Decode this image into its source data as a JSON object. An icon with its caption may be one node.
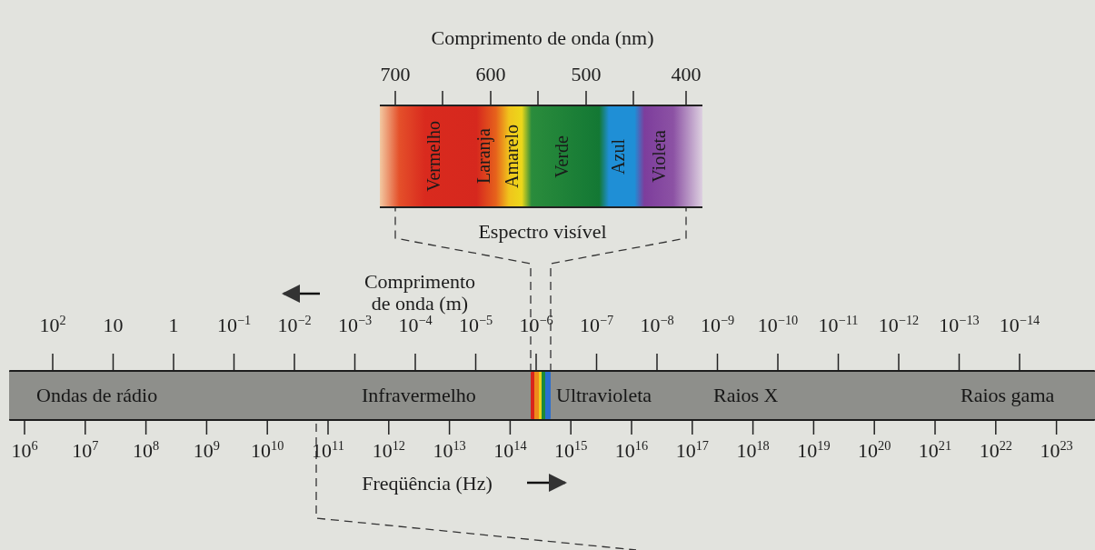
{
  "diagram": {
    "nodes": [
      {
        "text": [],
        "shape": "box"
      },
      {
        "text": [
          "Vermelho"
        ],
        "in": 0
      },
      {
        "text": [
          "Laranja"
        ],
        "in": 0
      },
      {
        "text": [
          "Amarelo"
        ],
        "in": 0
      },
      {
        "text": [
          "Verde"
        ],
        "in": 0
      },
      {
        "text": [
          "Azul"
        ],
        "in": 0
      },
      {
        "text": [
          "Violeta"
        ],
        "in": 0
      },
      {
        "text": [],
        "shape": "bar"
      },
      {
        "text": [
          "Ondas de rádio"
        ],
        "in": 7
      },
      {
        "text": [
          "Infravermelho"
        ],
        "in": 7
      },
      {
        "text": [],
        "shape": "bar",
        "in": 7
      },
      {
        "text": [
          "Ultravioleta"
        ],
        "in": 7
      },
      {
        "text": [
          "Raios X"
        ],
        "in": 7
      },
      {
        "text": [
          "Raios gama"
        ],
        "in": 7
      }
    ],
    "edges": [
      {
        "from": 10,
        "to": 0,
        "arrow": "none",
        "style": "dashed"
      }
    ],
    "labels": [
      "Comprimento de onda (nm)",
      "700",
      "600",
      "500",
      "400",
      "Espectro visível",
      "Comprimento de onda (m)",
      "10$^{2}$",
      "10",
      "1",
      "10$^{−1}$",
      "10$^{−2}$",
      "10$^{−3}$",
      "10$^{−4}$",
      "10$^{−5}$",
      "10$^{−6}$",
      "10$^{−7}$",
      "10$^{−8}$",
      "10$^{−9}$",
      "10$^{−10}$",
      "10$^{−11}$",
      "10$^{−12}$",
      "10$^{−13}$",
      "10$^{−14}$",
      "10$^{6}$",
      "10$^{7}$",
      "10$^{8}$",
      "10$^{9}$",
      "10$^{10}$",
      "10$^{11}$",
      "10$^{12}$",
      "10$^{13}$",
      "10$^{14}$",
      "10$^{15}$",
      "10$^{16}$",
      "10$^{17}$",
      "10$^{18}$",
      "10$^{19}$",
      "10$^{20}$",
      "10$^{21}$",
      "10$^{22}$",
      "10$^{23}$",
      "Freqüência (Hz)"
    ]
  }
}
